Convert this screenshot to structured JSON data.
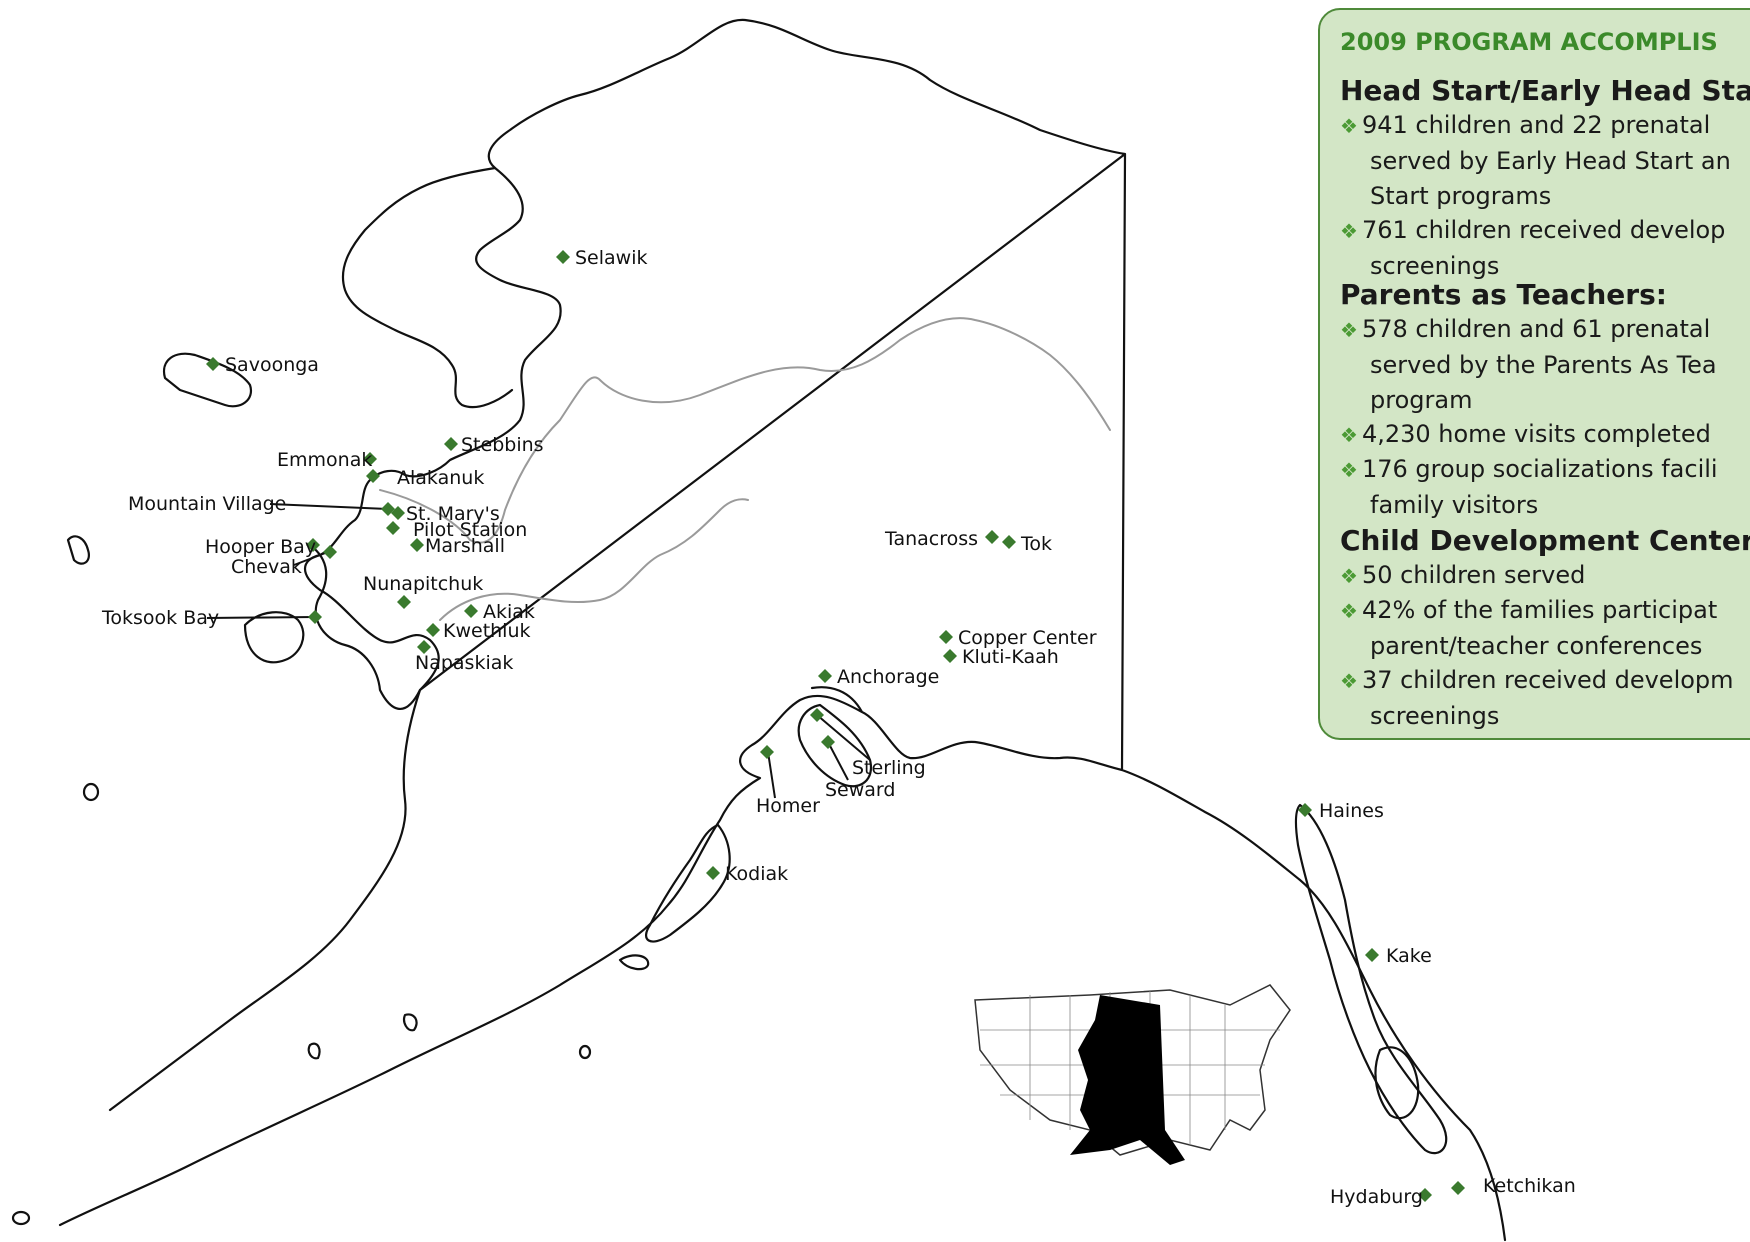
{
  "panel": {
    "title": "2009 PROGRAM ACCOMPLIS",
    "sections": [
      {
        "heading": "Head Start/Early Head Sta",
        "bullets": [
          {
            "lines": [
              "941 children and 22 prenatal",
              "served by Early Head Start an",
              "Start programs"
            ]
          },
          {
            "lines": [
              "761 children received develop",
              "screenings"
            ]
          }
        ]
      },
      {
        "heading": "Parents as Teachers:",
        "bullets": [
          {
            "lines": [
              "578 children and 61 prenatal",
              "served by the Parents As Tea",
              "program"
            ]
          },
          {
            "lines": [
              "4,230 home visits completed"
            ]
          },
          {
            "lines": [
              "176 group socializations facili",
              "family visitors"
            ]
          }
        ]
      },
      {
        "heading": "Child Development Center",
        "bullets": [
          {
            "lines": [
              "50 children served"
            ]
          },
          {
            "lines": [
              "42% of the families participat",
              "parent/teacher conferences"
            ]
          },
          {
            "lines": [
              "37 children received developm",
              "screenings"
            ]
          }
        ]
      }
    ],
    "bullet_icon": "diamond-cluster-icon",
    "colors": {
      "panel_fill": "#d3e6c6",
      "panel_border": "#4f8a3a",
      "title": "#3b8a2a",
      "marker": "#3a7a2e"
    }
  },
  "map": {
    "locations": [
      {
        "name": "Selawik",
        "lon": -160.0,
        "lat": 66.6
      },
      {
        "name": "Savoonga",
        "lon": -170.5,
        "lat": 63.7
      },
      {
        "name": "Stebbins",
        "lon": -162.3,
        "lat": 63.5
      },
      {
        "name": "Emmonak",
        "lon": -164.5,
        "lat": 62.8
      },
      {
        "name": "Alakanuk",
        "lon": -164.6,
        "lat": 62.7
      },
      {
        "name": "Mountain Village",
        "lon": -163.7,
        "lat": 62.1
      },
      {
        "name": "St. Mary's",
        "lon": -163.2,
        "lat": 62.05
      },
      {
        "name": "Pilot Station",
        "lon": -162.9,
        "lat": 61.9
      },
      {
        "name": "Marshall",
        "lon": -162.1,
        "lat": 61.9
      },
      {
        "name": "Hooper Bay",
        "lon": -166.1,
        "lat": 61.5
      },
      {
        "name": "Chevak",
        "lon": -165.6,
        "lat": 61.5
      },
      {
        "name": "Nunapitchuk",
        "lon": -162.45,
        "lat": 60.9
      },
      {
        "name": "Toksook Bay",
        "lon": -165.1,
        "lat": 60.5
      },
      {
        "name": "Akiak",
        "lon": -161.2,
        "lat": 60.9
      },
      {
        "name": "Kwethluk",
        "lon": -161.4,
        "lat": 60.8
      },
      {
        "name": "Napaskiak",
        "lon": -161.75,
        "lat": 60.7
      },
      {
        "name": "Tanacross",
        "lon": -143.3,
        "lat": 63.4
      },
      {
        "name": "Tok",
        "lon": -142.98,
        "lat": 63.34
      },
      {
        "name": "Copper Center",
        "lon": -145.3,
        "lat": 61.95
      },
      {
        "name": "Kluti-Kaah",
        "lon": -145.2,
        "lat": 61.85
      },
      {
        "name": "Anchorage",
        "lon": -149.9,
        "lat": 61.2
      },
      {
        "name": "Sterling",
        "lon": -150.6,
        "lat": 60.53
      },
      {
        "name": "Seward",
        "lon": -149.44,
        "lat": 60.1
      },
      {
        "name": "Homer",
        "lon": -151.5,
        "lat": 59.64
      },
      {
        "name": "Kodiak",
        "lon": -152.4,
        "lat": 57.8
      },
      {
        "name": "Haines",
        "lon": -135.44,
        "lat": 59.24
      },
      {
        "name": "Kake",
        "lon": -133.95,
        "lat": 56.97
      },
      {
        "name": "Hydaburg",
        "lon": -132.82,
        "lat": 55.2
      },
      {
        "name": "Ketchikan",
        "lon": -131.6,
        "lat": 55.34
      }
    ]
  },
  "inset": {
    "name": "us-locator-map-icon"
  }
}
